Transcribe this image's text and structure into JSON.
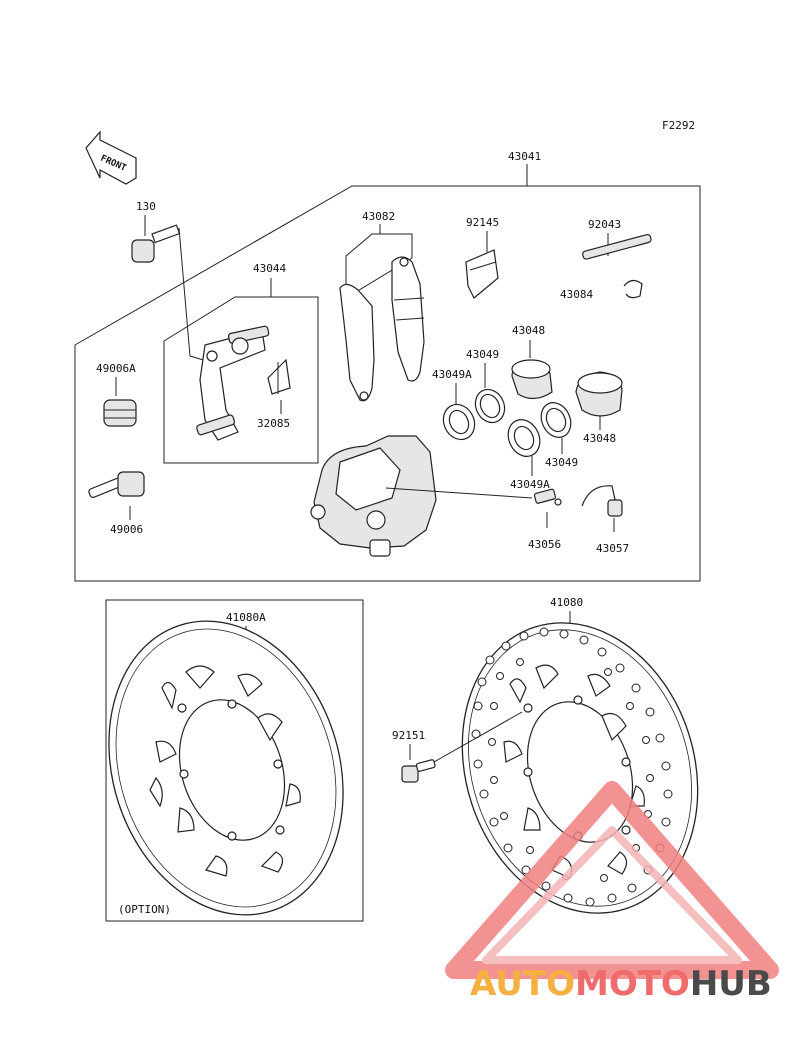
{
  "figure_code": "F2292",
  "front_label": "FRONT",
  "labels": {
    "assembly": "43041",
    "bolt": "130",
    "pad_set": "43082",
    "spring": "92145",
    "pin": "92043",
    "clip": "43084",
    "holder": "43044",
    "boot_a": "49006A",
    "boot": "49006",
    "pin_spring": "32085",
    "piston_1": "43048",
    "piston_2": "43048",
    "seal_1": "43049",
    "seal_2": "43049",
    "seal_a_1": "43049A",
    "seal_a_2": "43049A",
    "bleeder": "43056",
    "cap": "43057",
    "disc_option": "41080A",
    "disc": "41080",
    "disc_bolt": "92151",
    "option_note": "(OPTION)"
  },
  "watermark": {
    "part1": "AUTO",
    "part2": "MOTO",
    "part3": "HUB",
    "color1": "#f5b041",
    "color2": "#ef6c6c",
    "color3": "#4a4a4a"
  }
}
